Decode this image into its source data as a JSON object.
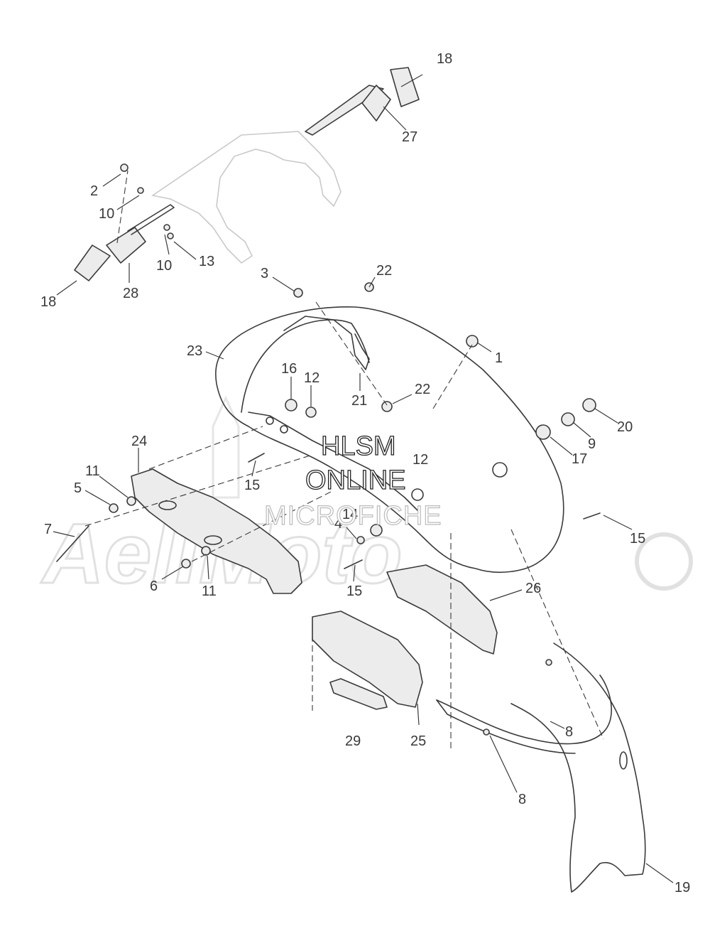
{
  "watermark": {
    "line1": "HLSM",
    "line2": "ONLINE",
    "line3": "MICROFICHE",
    "logo_text": "AeliMoto"
  },
  "callouts": {
    "c1": "1",
    "c2": "2",
    "c3": "3",
    "c4": "4",
    "c5": "5",
    "c6": "6",
    "c7": "7",
    "c8a": "8",
    "c8b": "8",
    "c9": "9",
    "c10a": "10",
    "c10b": "10",
    "c11a": "11",
    "c11b": "11",
    "c12a": "12",
    "c12b": "12",
    "c13": "13",
    "c14": "14",
    "c15a": "15",
    "c15b": "15",
    "c15c": "15",
    "c16": "16",
    "c17": "17",
    "c18a": "18",
    "c18b": "18",
    "c19": "19",
    "c20": "20",
    "c21": "21",
    "c22a": "22",
    "c22b": "22",
    "c23": "23",
    "c24": "24",
    "c25": "25",
    "c26": "26",
    "c27": "27",
    "c28": "28",
    "c29": "29"
  },
  "colors": {
    "line": "#3a3a3a",
    "ghost": "#c9c9c9",
    "watermark": "#e1e1e1"
  }
}
